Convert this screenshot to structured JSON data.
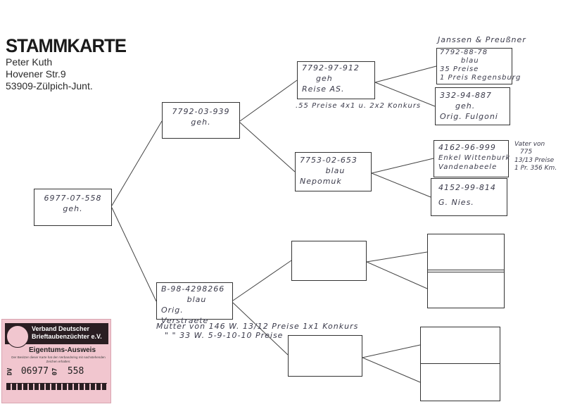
{
  "header": {
    "title": "STAMMKARTE",
    "owner": "Peter Kuth",
    "street": "Hovener Str.9",
    "city": "53909-Zülpich-Junt."
  },
  "pedigree": {
    "root": {
      "ring": "6977-07-558",
      "color": "geh."
    },
    "father": {
      "ring": "7792-03-939",
      "color": "geh."
    },
    "mother": {
      "ring": "B-98-4298266",
      "color": "blau",
      "name": "Orig. Verstraete",
      "note1": "Mutter von  146 W. 13/12 Preise 1x1 Konkurs",
      "note2": "\"   \"   33 W. 5-9-10-10 Preise"
    },
    "ff": {
      "ring": "7792-97-912",
      "color": "geh",
      "name": "Reise AS.",
      "note": ".55 Preise 4x1 u. 2x2 Konkurs"
    },
    "fm": {
      "ring": "7753-02-653",
      "color": "blau",
      "name": "Nepomuk"
    },
    "fff": {
      "breeder": "Janssen & Preußner",
      "ring": "7792-88-78",
      "color": "blau",
      "line3": "35 Preise",
      "line4": "1 Preis Regensburg"
    },
    "ffm": {
      "ring": "332-94-887",
      "color": "geh.",
      "name": "Orig. Fulgoni"
    },
    "fmf": {
      "ring": "4162-96-999",
      "line2": "Enkel Wittenburk",
      "name": "Vandenabeele",
      "side1": "Vater von",
      "side2": "775",
      "side3": "13/13 Preise",
      "side4": "1 Pr. 356 Km."
    },
    "fmm": {
      "ring": "4152-99-814",
      "name": "G. Nies."
    }
  },
  "card": {
    "org1": "Verband Deutscher",
    "org2": "Brieftaubenzüchter e.V.",
    "title": "Eigentums-Ausweis",
    "small": "Der Besitzer dieser Karte hat den Verbandsring mit nachstehenden Zeichen erhalten:",
    "prefix": "DV",
    "club": "06977",
    "year": "07",
    "number": "558"
  }
}
